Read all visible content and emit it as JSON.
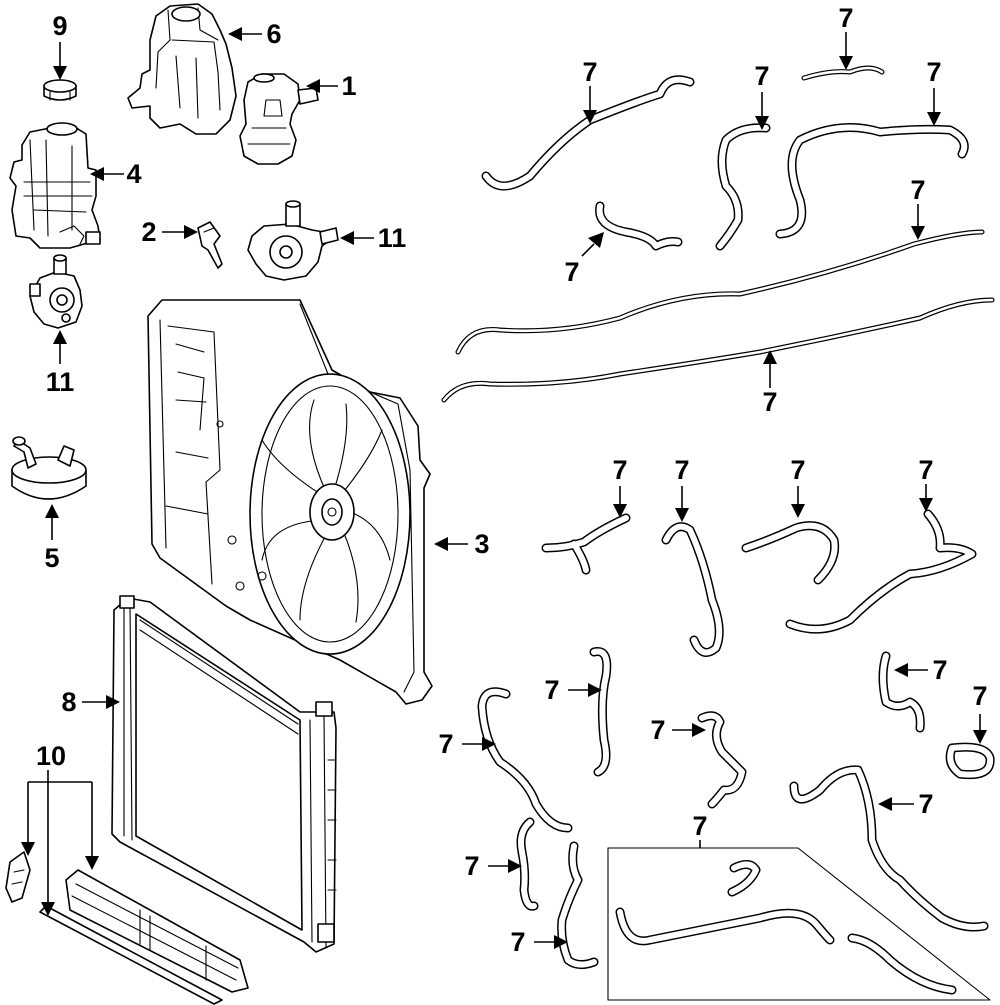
{
  "callouts": {
    "c1": "1",
    "c2": "2",
    "c3": "3",
    "c4": "4",
    "c5": "5",
    "c6": "6",
    "c8": "8",
    "c9": "9",
    "c10": "10",
    "c11a": "11",
    "c11b": "11",
    "c7": "7"
  }
}
